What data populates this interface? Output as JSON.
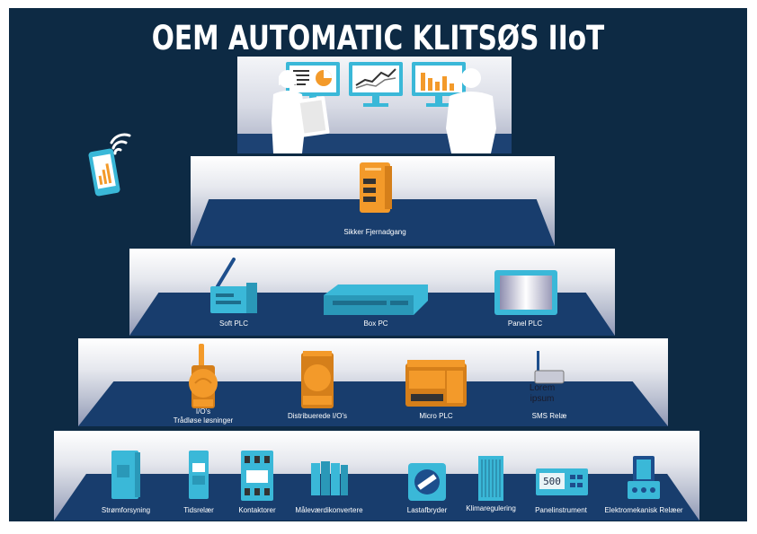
{
  "title": "OEM AUTOMATIC KLITSØS IIoT KONCEPT",
  "colors": {
    "background": "#0d2a44",
    "floor": "#183d6d",
    "accent_blue": "#3ab8d8",
    "accent_orange": "#f39a2a"
  },
  "tier2": {
    "label": "Sikker Fjernadgang"
  },
  "tier3": {
    "labels": [
      "Soft PLC",
      "Box PC",
      "Panel PLC"
    ]
  },
  "tier4": {
    "labels": [
      "I/O's",
      "Trådløse løsninger",
      "Distribuerede I/O's",
      "Micro PLC",
      "SMS Relæ"
    ],
    "placeholder": "Lorem ipsum"
  },
  "tier5": {
    "labels": [
      "Strømforsyning",
      "Tidsrelær",
      "Kontaktorer",
      "Måleværdikonvertere",
      "Lastafbryder",
      "Klimaregulering",
      "Panelinstrument",
      "Elektromekanisk Relæer"
    ],
    "display_value": "500"
  },
  "icons": [
    "smartphone-wifi-icon",
    "woman-with-clipboard-icon",
    "monitor-report-icon",
    "monitor-linechart-icon",
    "monitor-barchart-icon",
    "businessman-icon",
    "router-icon",
    "soft-plc-icon",
    "box-pc-icon",
    "panel-plc-icon",
    "wireless-io-icon",
    "distributed-io-icon",
    "micro-plc-icon",
    "sms-relay-icon",
    "power-supply-icon",
    "timer-relay-icon",
    "contactor-icon",
    "signal-converter-icon",
    "load-switch-icon",
    "climate-controller-icon",
    "panel-meter-icon",
    "electromechanical-relay-icon"
  ]
}
